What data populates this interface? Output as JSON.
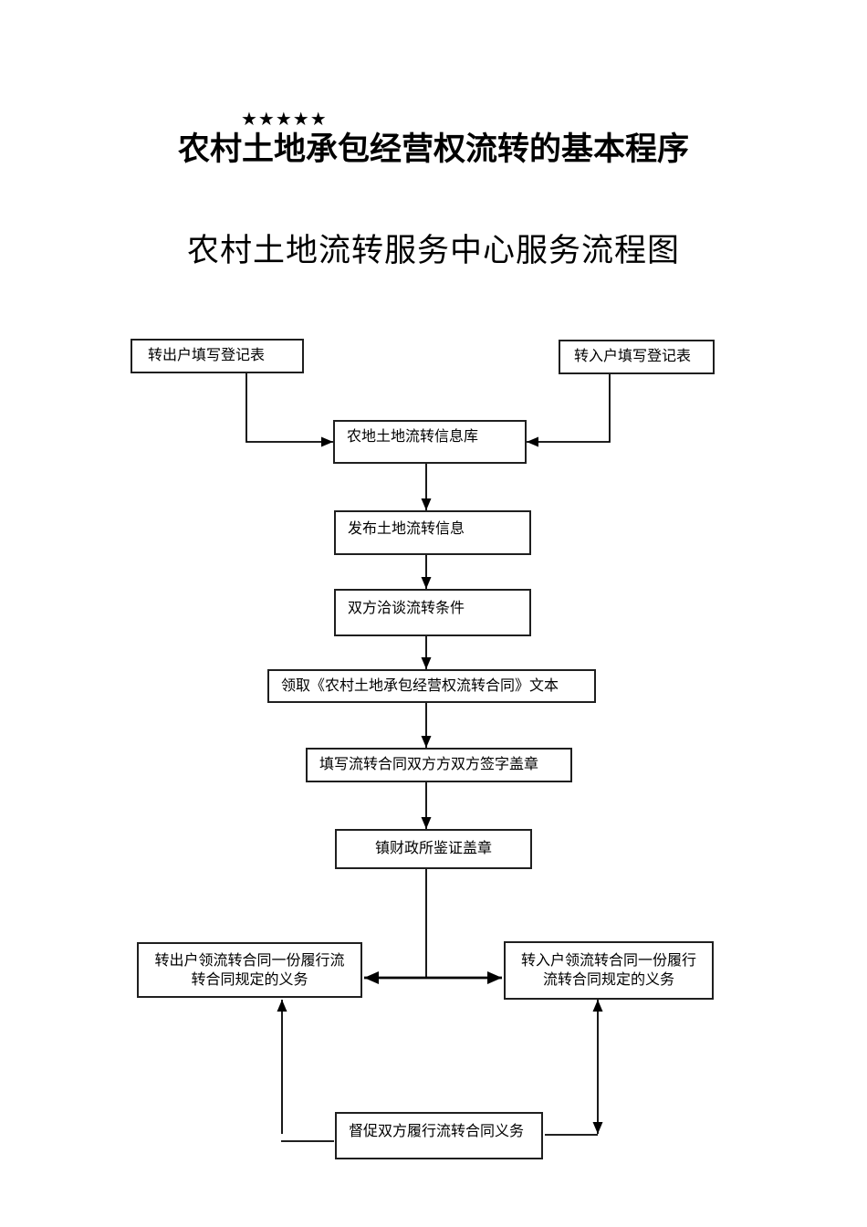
{
  "page": {
    "stars": "★★★★★",
    "title": "农村土地承包经营权流转的基本程序",
    "subtitle": "农村土地流转服务中心服务流程图"
  },
  "flowchart": {
    "boxes": {
      "out_reg": {
        "label": "转出户填写登记表"
      },
      "in_reg": {
        "label": "转入户填写登记表"
      },
      "info_db": {
        "label": "农地土地流转信息库"
      },
      "publish": {
        "label": "发布土地流转信息"
      },
      "negotiate": {
        "label": "双方洽谈流转条件"
      },
      "contract_text": {
        "label": "领取《农村土地承包经营权流转合同》文本"
      },
      "fill_sign": {
        "label": "填写流转合同双方方双方签字盖章"
      },
      "town_seal": {
        "label": "镇财政所鉴证盖章"
      },
      "out_duty": {
        "line1": "转出户领流转合同一份履行流",
        "line2": "转合同规定的义务"
      },
      "in_duty": {
        "line1": "转入户领流转合同一份履行",
        "line2": "流转合同规定的义务"
      },
      "supervise": {
        "label": "督促双方履行流转合同义务"
      }
    },
    "colors": {
      "background": "#ffffff",
      "box_border": "#1f1f1f",
      "connector_line": "#000000",
      "text": "#000000"
    }
  }
}
